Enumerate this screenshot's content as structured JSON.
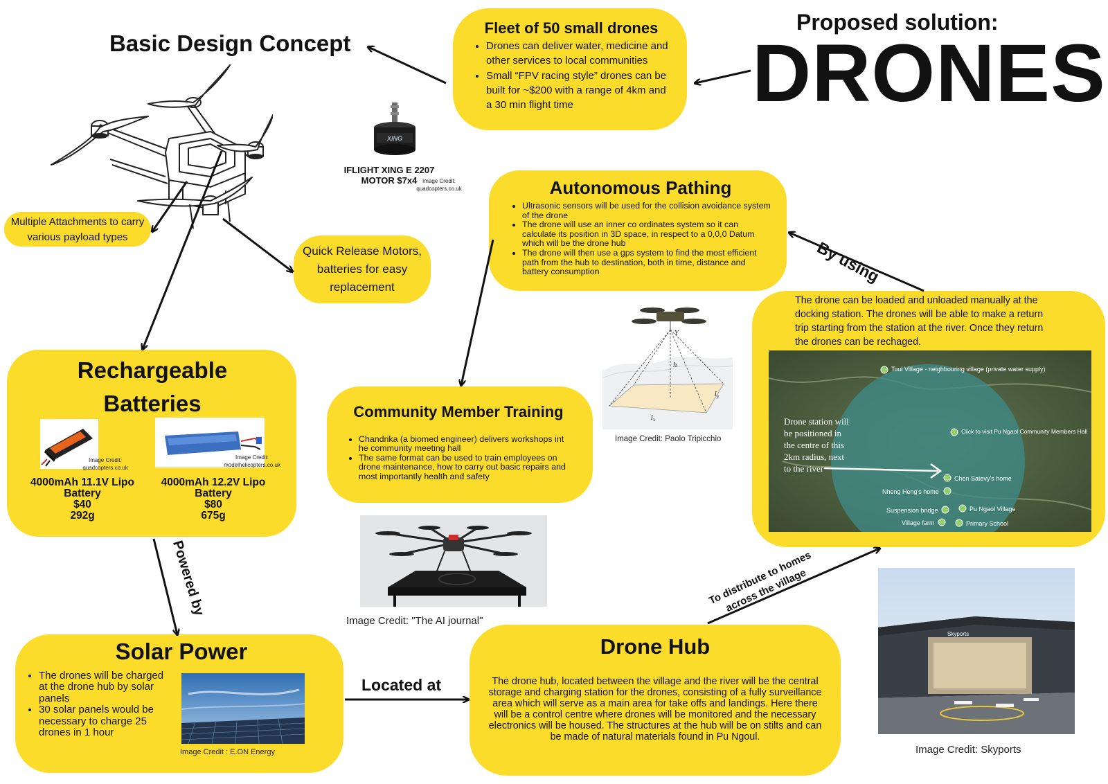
{
  "header": {
    "proposed": "Proposed solution:",
    "title": "DRONES",
    "design_concept": "Basic Design Concept"
  },
  "fleet": {
    "title": "Fleet of 50 small drones",
    "points": [
      "Drones can deliver water, medicine and other services to local communities",
      "Small “FPV racing style” drones can be built for ~$200 with a range of 4km and a 30 min flight time"
    ]
  },
  "motor": {
    "label": "IFLIGHT XING E 2207 MOTOR $7x4",
    "credit_line1": "Image Credit:",
    "credit_line2": "quadcopters.co.uk",
    "brand": "XING"
  },
  "attachments": {
    "text": "Multiple Attachments to carry various payload types"
  },
  "quick_release": {
    "text": "Quick Release Motors, batteries for easy replacement"
  },
  "autonomous": {
    "title": "Autonomous Pathing",
    "points": [
      "Ultrasonic sensors will be used for the collision avoidance system of the drone",
      "The drone will use an inner co ordinates system so it can calculate its position in 3D space, in respect to a 0,0,0 Datum which will be the drone hub",
      "The drone will then use a gps system to find the most efficient path from the hub to destination, both in time, distance and battery consumption"
    ]
  },
  "by_using": "By using",
  "docking": {
    "text": "The drone can be loaded and unloaded manually at the docking station. The drones will be able to make a return trip starting from the station at the river. Once they return the drones can be rechaged."
  },
  "map": {
    "station_note": "Drone station will be positioned in the centre of this 2km radius, next to the river",
    "places": [
      "Toul Village - neighbouring village (private water supply)",
      "Click to visit Pu Ngaol Community Members Hall",
      "Chen Satevy's home",
      "Nheng Heng's home",
      "Suspension bridge",
      "Pu Ngaol Village",
      "Village farm",
      "Primary School"
    ]
  },
  "batteries": {
    "title": "Rechargeable Batteries",
    "items": [
      {
        "credit1": "Image Credit:",
        "credit2": "quadcopters.co.uk",
        "name": "4000mAh 11.1V Lipo Battery",
        "price": "$40",
        "weight": "292g"
      },
      {
        "credit1": "Image Credit:",
        "credit2": "modelhelicopters.co.uk",
        "name": "4000mAh 12.2V Lipo Battery",
        "price": "$80",
        "weight": "675g"
      }
    ]
  },
  "training": {
    "title": "Community Member Training",
    "points": [
      "Chandrika (a biomed engineer) delivers workshops int he community meeting hall",
      "The same format can be used to train employees on drone maintenance, how to carry out basic repairs and most importantly health and safety"
    ]
  },
  "credits": {
    "paolo": "Image Credit: Paolo Tripicchio",
    "ai_journal": "Image Credit: \"The AI journal\"",
    "skyports": "Image Credit: Skyports",
    "eon": "Image Credit : E.ON Energy"
  },
  "diagram_labels": {
    "y": "Y",
    "h": "h",
    "lx": "l",
    "ly": "l",
    "sub_x": "x",
    "sub_y": "y"
  },
  "skyports_sign": "Skyports",
  "powered_by": "Powered by",
  "solar": {
    "title": "Solar Power",
    "points": [
      "The drones will be charged at the drone hub by solar panels",
      "30 solar panels would be necessary to charge 25 drones in 1 hour"
    ]
  },
  "located_at": "Located at",
  "hub": {
    "title": "Drone Hub",
    "text": "The drone hub, located between the village and the river will be the central storage and charging station for the drones, consisting of a fully surveillance area which will serve as a main area for take offs and landings. Here there will be a control centre where drones will be monitored and the necessary electronics will be housed. The structures at the hub will be on stilts and can be made of natural materials found in Pu Ngoul."
  },
  "distribute": "To distribute to homes across the village",
  "colors": {
    "yellow": "#fcdc2a",
    "map_teal": "#3f8a86"
  }
}
